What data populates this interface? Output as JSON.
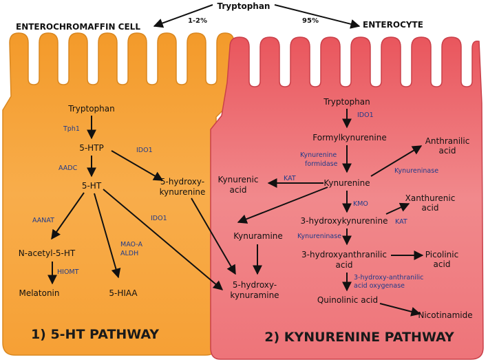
{
  "top": {
    "tryptophan": "Tryptophan",
    "left_pct": "1-2%",
    "right_pct": "95%",
    "left_cell": "ENTEROCHROMAFFIN CELL",
    "right_cell": "ENTEROCYTE"
  },
  "colors": {
    "left_cell_fill": "#f6a236",
    "right_cell_fill": "#ef7076",
    "enzyme_text": "#1f3a8a"
  },
  "left": {
    "title": "1) 5-HT PATHWAY",
    "nodes": {
      "tryptophan": "Tryptophan",
      "htp": "5-HTP",
      "ht": "5-HT",
      "hydroxykyn1": "5-hydroxy-",
      "hydroxykyn2": "kynurenine",
      "nacetyl": "N-acetyl-5-HT",
      "melatonin": "Melatonin",
      "hiaa": "5-HIAA"
    },
    "enzymes": {
      "tph1": "Tph1",
      "aadc": "AADC",
      "ido1": "IDO1",
      "aanat": "AANAT",
      "hiomt": "HIOMT",
      "maoa": "MAO-A",
      "aldh": "ALDH",
      "ido1b": "IDO1"
    }
  },
  "right": {
    "title": "2) KYNURENINE PATHWAY",
    "nodes": {
      "tryptophan": "Tryptophan",
      "formyl": "Formylkynurenine",
      "kynurenine": "Kynurenine",
      "anthranilic1": "Anthranilic",
      "anthranilic2": "acid",
      "kynurenic1": "Kynurenic",
      "kynurenic2": "acid",
      "xanthurenic1": "Xanthurenic",
      "xanthurenic2": "acid",
      "hydroxykyn": "3-hydroxykynurenine",
      "kynuramine": "Kynuramine",
      "haa1": "3-hydroxyanthranilic",
      "haa2": "acid",
      "picolinic1": "Picolinic",
      "picolinic2": "acid",
      "hkynuramine1": "5-hydroxy-",
      "hkynuramine2": "kynuramine",
      "quinolinic": "Quinolinic acid",
      "nicotinamide": "Nicotinamide"
    },
    "enzymes": {
      "ido1": "IDO1",
      "kf1": "Kynurenine",
      "kf2": "formidase",
      "kynureninase1": "Kynureninase",
      "kat1": "KAT",
      "kmo": "KMO",
      "kat2": "KAT",
      "kynureninase2": "Kynureninase",
      "hao1": "3-hydroxy-anthranilic",
      "hao2": "acid oxygenase"
    }
  }
}
